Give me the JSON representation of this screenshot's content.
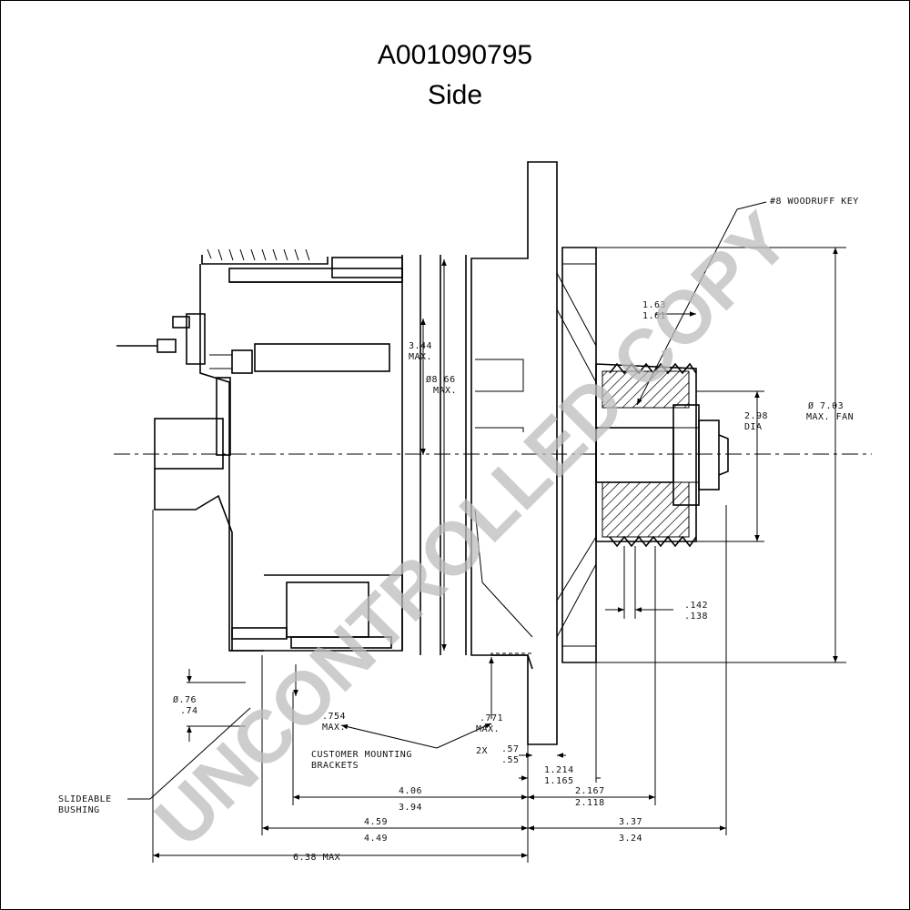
{
  "title": {
    "part_number": "A001090795",
    "view": "Side"
  },
  "watermark": "UNCONTROLLED COPY",
  "dimensions": {
    "woodruff_key": "#8 WOODRUFF KEY",
    "d_163": "1.63",
    "d_161": "1.61",
    "d_344": "3.44",
    "d_344_max": "MAX.",
    "d_866": "Ø8.66",
    "d_866_max": "MAX.",
    "d_298": "2.98",
    "d_298_dia": "DIA",
    "d_703": "Ø 7.03",
    "d_703_fan": "MAX. FAN",
    "d_142": ".142",
    "d_138": ".138",
    "d_076": "Ø.76",
    "d_074": ".74",
    "d_754": ".754",
    "d_754_max": "MAX.",
    "d_771": ".771",
    "d_771_max": "MAX.",
    "d_2x": "2X",
    "d_057": ".57",
    "d_055": ".55",
    "d_1214": "1.214",
    "d_1165": "1.165",
    "d_2167": "2.167",
    "d_2118": "2.118",
    "d_406": "4.06",
    "d_394": "3.94",
    "d_459": "4.59",
    "d_449": "4.49",
    "d_337": "3.37",
    "d_324": "3.24",
    "d_638": "6.38 MAX",
    "customer_brackets_1": "CUSTOMER MOUNTING",
    "customer_brackets_2": "BRACKETS",
    "slideable_1": "SLIDEABLE",
    "slideable_2": "BUSHING"
  }
}
